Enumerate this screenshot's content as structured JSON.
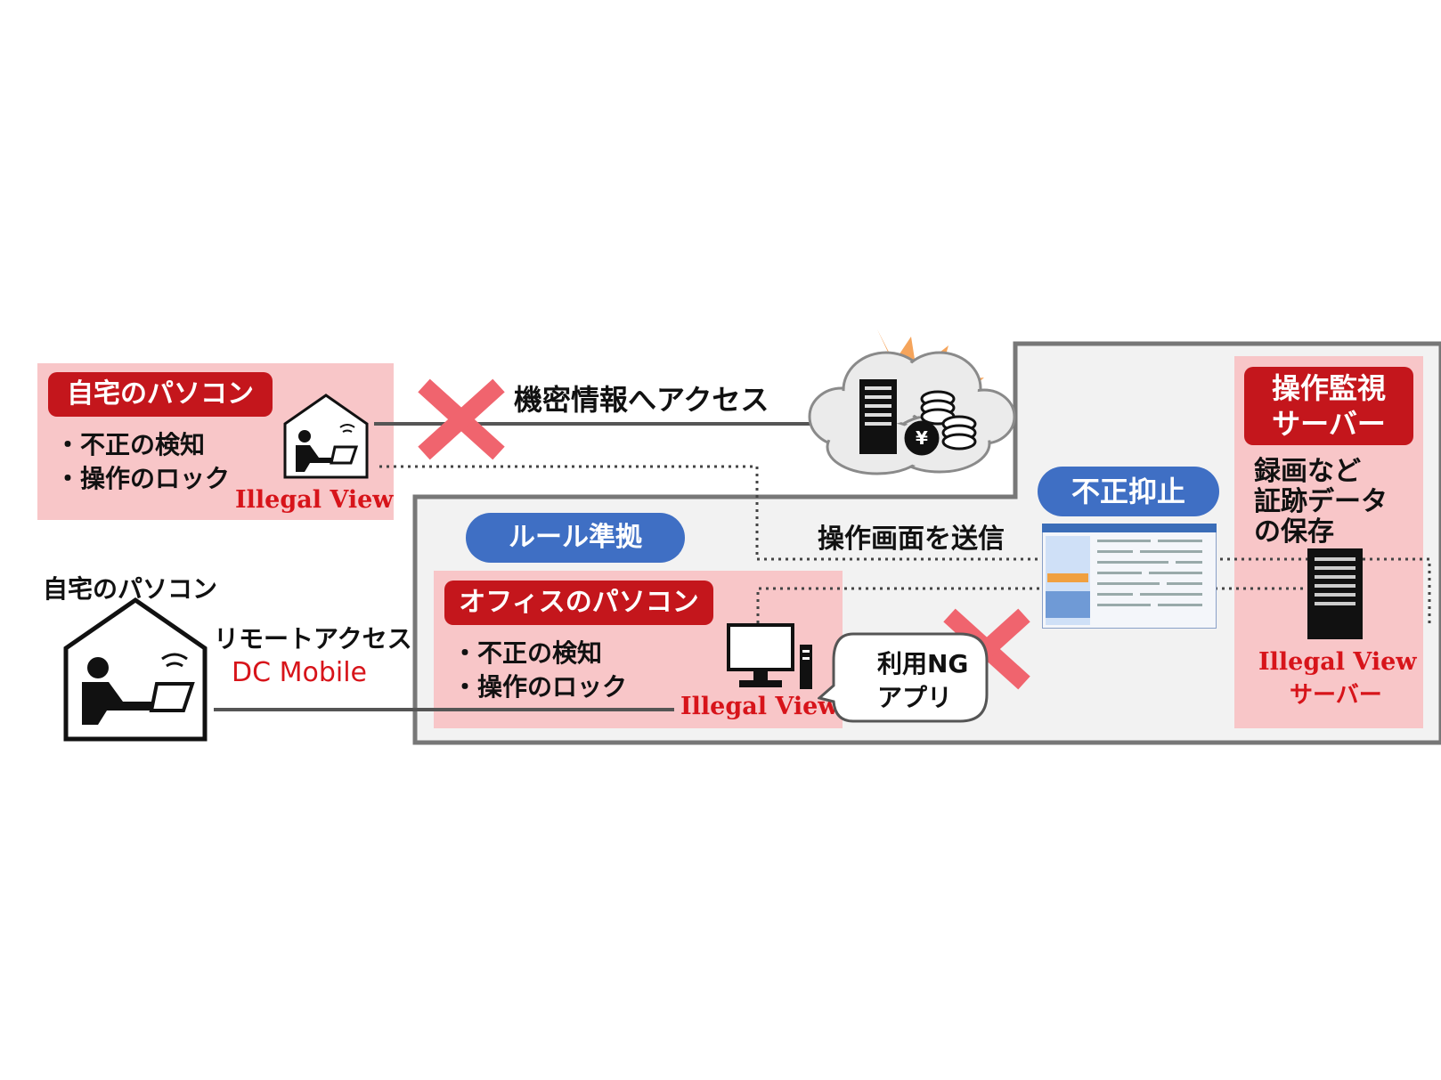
{
  "home_pc_top": {
    "label": "自宅のパソコン",
    "bullets": [
      "・不正の検知",
      "・操作のロック"
    ],
    "brand": "Illegal View"
  },
  "home_pc_bottom": {
    "label": "自宅のパソコン",
    "remote_access": "リモートアクセス",
    "mobile_brand": "DC Mobile"
  },
  "flows": {
    "confidential_access": "機密情報へアクセス",
    "send_screen": "操作画面を送信"
  },
  "pills": {
    "rule": "ルール準拠",
    "prevent": "不正抑止"
  },
  "office_pc": {
    "label": "オフィスのパソコン",
    "bullets": [
      "・不正の検知",
      "・操作のロック"
    ],
    "brand": "Illegal View"
  },
  "ng_app": {
    "line1": "利用NG",
    "line2": "アプリ"
  },
  "server": {
    "label_line1": "操作監視",
    "label_line2": "サーバー",
    "desc": [
      "録画など",
      "証跡データ",
      "の保存"
    ],
    "brand_line1": "Illegal View",
    "brand_line2": "サーバー"
  },
  "colors": {
    "pink": "#f8c6c8",
    "red": "#c4161c",
    "blue": "#3f6fc4",
    "cross": "#f0646e",
    "panel": "#f2f2f2"
  }
}
